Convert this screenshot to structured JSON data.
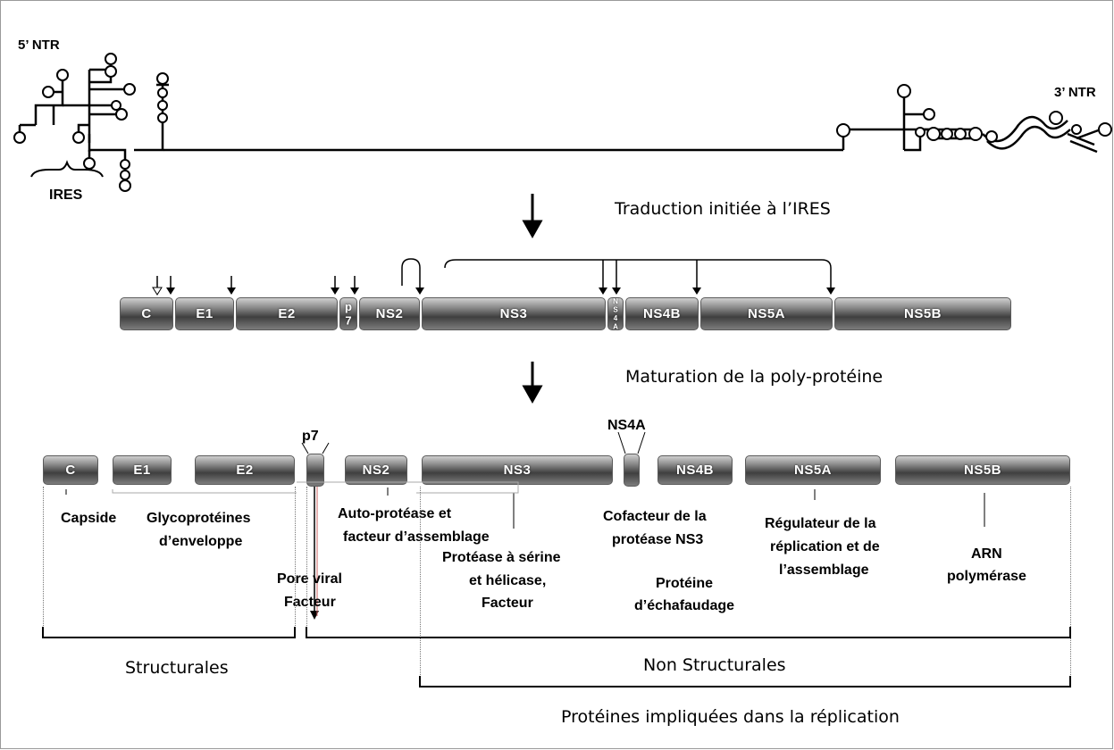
{
  "rna": {
    "ntr5": "5’ NTR",
    "ntr3": "3’ NTR",
    "ires": "IRES"
  },
  "steps": {
    "translation": "Traduction initiée à l’IRES",
    "maturation": "Maturation de la poly-protéine"
  },
  "polyprotein": {
    "segments": [
      "C",
      "E1",
      "E2",
      "p7",
      "NS2",
      "NS3",
      "NS4A",
      "NS4B",
      "NS5A",
      "NS5B"
    ]
  },
  "mature": {
    "labels": {
      "c": "C",
      "e1": "E1",
      "e2": "E2",
      "p7": "p7",
      "ns2": "NS2",
      "ns3": "NS3",
      "ns4a": "NS4A",
      "ns4b": "NS4B",
      "ns5a": "NS5A",
      "ns5b": "NS5B"
    }
  },
  "functions": {
    "capside": "Capside",
    "glyco_1": "Glycoprotéines",
    "glyco_2": "d’enveloppe",
    "pore_1": "Pore viral",
    "pore_2": "Facteur",
    "auto_1": "Auto-protéase et",
    "auto_2": "facteur d’assemblage",
    "protease_1": "Protéase à sérine",
    "protease_2": "et hélicase,",
    "protease_3": "Facteur",
    "cof_1": "Cofacteur de la",
    "cof_2": "protéase NS3",
    "scaf_1": "Protéine",
    "scaf_2": "d’échafaudage",
    "reg_1": "Régulateur de la",
    "reg_2": "réplication et de",
    "reg_3": "l’assemblage",
    "arn_1": "ARN",
    "arn_2": "polymérase"
  },
  "groups": {
    "structural": "Structurales",
    "nonstructural": "Non Structurales",
    "replication": "Protéines impliquées dans la réplication"
  }
}
